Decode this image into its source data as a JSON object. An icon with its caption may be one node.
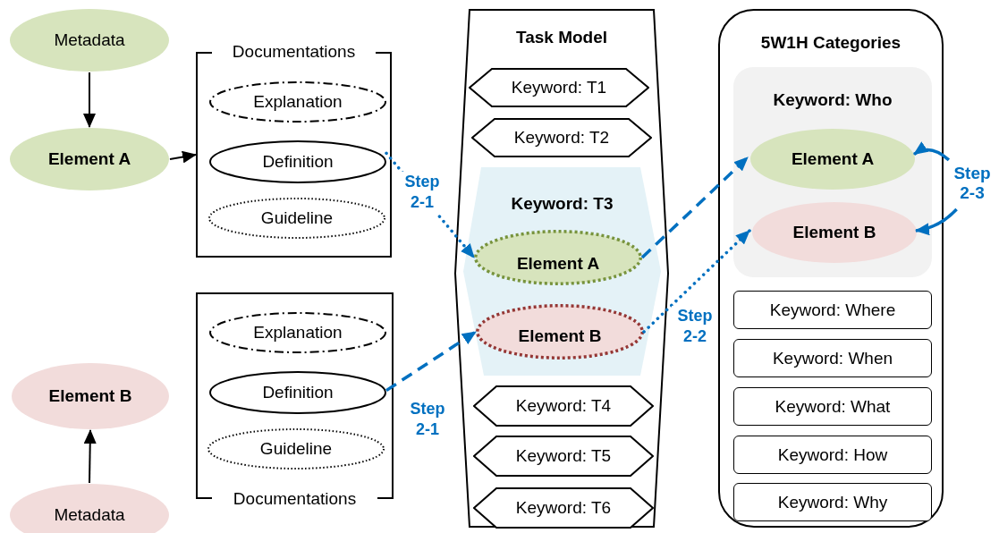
{
  "diagram": {
    "nodes": [
      {
        "text": [
          "Metadata"
        ]
      },
      {
        "text": [
          "Element A"
        ]
      },
      {
        "text": [
          "Documentations"
        ]
      },
      {
        "text": [
          "Explanation"
        ],
        "in": 2
      },
      {
        "text": [
          "Definition"
        ],
        "in": 2
      },
      {
        "text": [
          "Guideline"
        ],
        "in": 2
      },
      {
        "text": [
          "Task Model"
        ]
      },
      {
        "text": [
          "Keyword: T1"
        ],
        "in": 6
      },
      {
        "text": [
          "Keyword: T2"
        ],
        "in": 6
      },
      {
        "text": [
          "Keyword: T3"
        ],
        "in": 6
      },
      {
        "text": [
          "Element A"
        ],
        "in": 9
      },
      {
        "text": [
          "Element B"
        ],
        "in": 9
      },
      {
        "text": [
          "Keyword: T4"
        ],
        "in": 6
      },
      {
        "text": [
          "Keyword: T5"
        ],
        "in": 6
      },
      {
        "text": [
          "Keyword: T6"
        ],
        "in": 6
      },
      {
        "text": [
          "5W1H Categories"
        ]
      },
      {
        "text": [
          "Keyword: Who"
        ],
        "in": 15
      },
      {
        "text": [
          "Element A"
        ],
        "in": 16
      },
      {
        "text": [
          "Element B"
        ],
        "in": 16
      },
      {
        "text": [
          "Keyword: Where"
        ],
        "in": 15
      },
      {
        "text": [
          "Keyword: When"
        ],
        "in": 15
      },
      {
        "text": [
          "Keyword: What"
        ],
        "in": 15
      },
      {
        "text": [
          "Keyword: How"
        ],
        "in": 15
      },
      {
        "text": [
          "Keyword: Why"
        ],
        "in": 15
      },
      {
        "text": [
          "Element B"
        ]
      },
      {
        "text": [
          "Documentations"
        ]
      },
      {
        "text": [
          "Explanation"
        ],
        "in": 25
      },
      {
        "text": [
          "Definition"
        ],
        "in": 25
      },
      {
        "text": [
          "Guideline"
        ],
        "in": 25
      },
      {
        "text": [
          "Metadata"
        ]
      },
      {
        "text": [
          "Step 2-3"
        ]
      }
    ],
    "edges": [
      {
        "from": 0,
        "to": 1,
        "arrow": "to",
        "color": "#000000"
      },
      {
        "from": 1,
        "to": 2,
        "arrow": "to",
        "color": "#000000"
      },
      {
        "from": 4,
        "to": 10,
        "arrow": "to",
        "label": "Step 2-1",
        "style": "dashed"
      },
      {
        "from": 27,
        "to": 11,
        "arrow": "to",
        "label": "Step 2-1",
        "style": "dashed"
      },
      {
        "from": 10,
        "to": 17,
        "arrow": "to",
        "style": "dashed"
      },
      {
        "from": 11,
        "to": 18,
        "arrow": "to",
        "label": "Step 2-2",
        "style": "dashed"
      },
      {
        "from": 30,
        "to": 17,
        "arrow": "to"
      },
      {
        "from": 30,
        "to": 18,
        "arrow": "to"
      },
      {
        "from": 29,
        "to": 24,
        "arrow": "to",
        "color": "#000000"
      }
    ]
  }
}
